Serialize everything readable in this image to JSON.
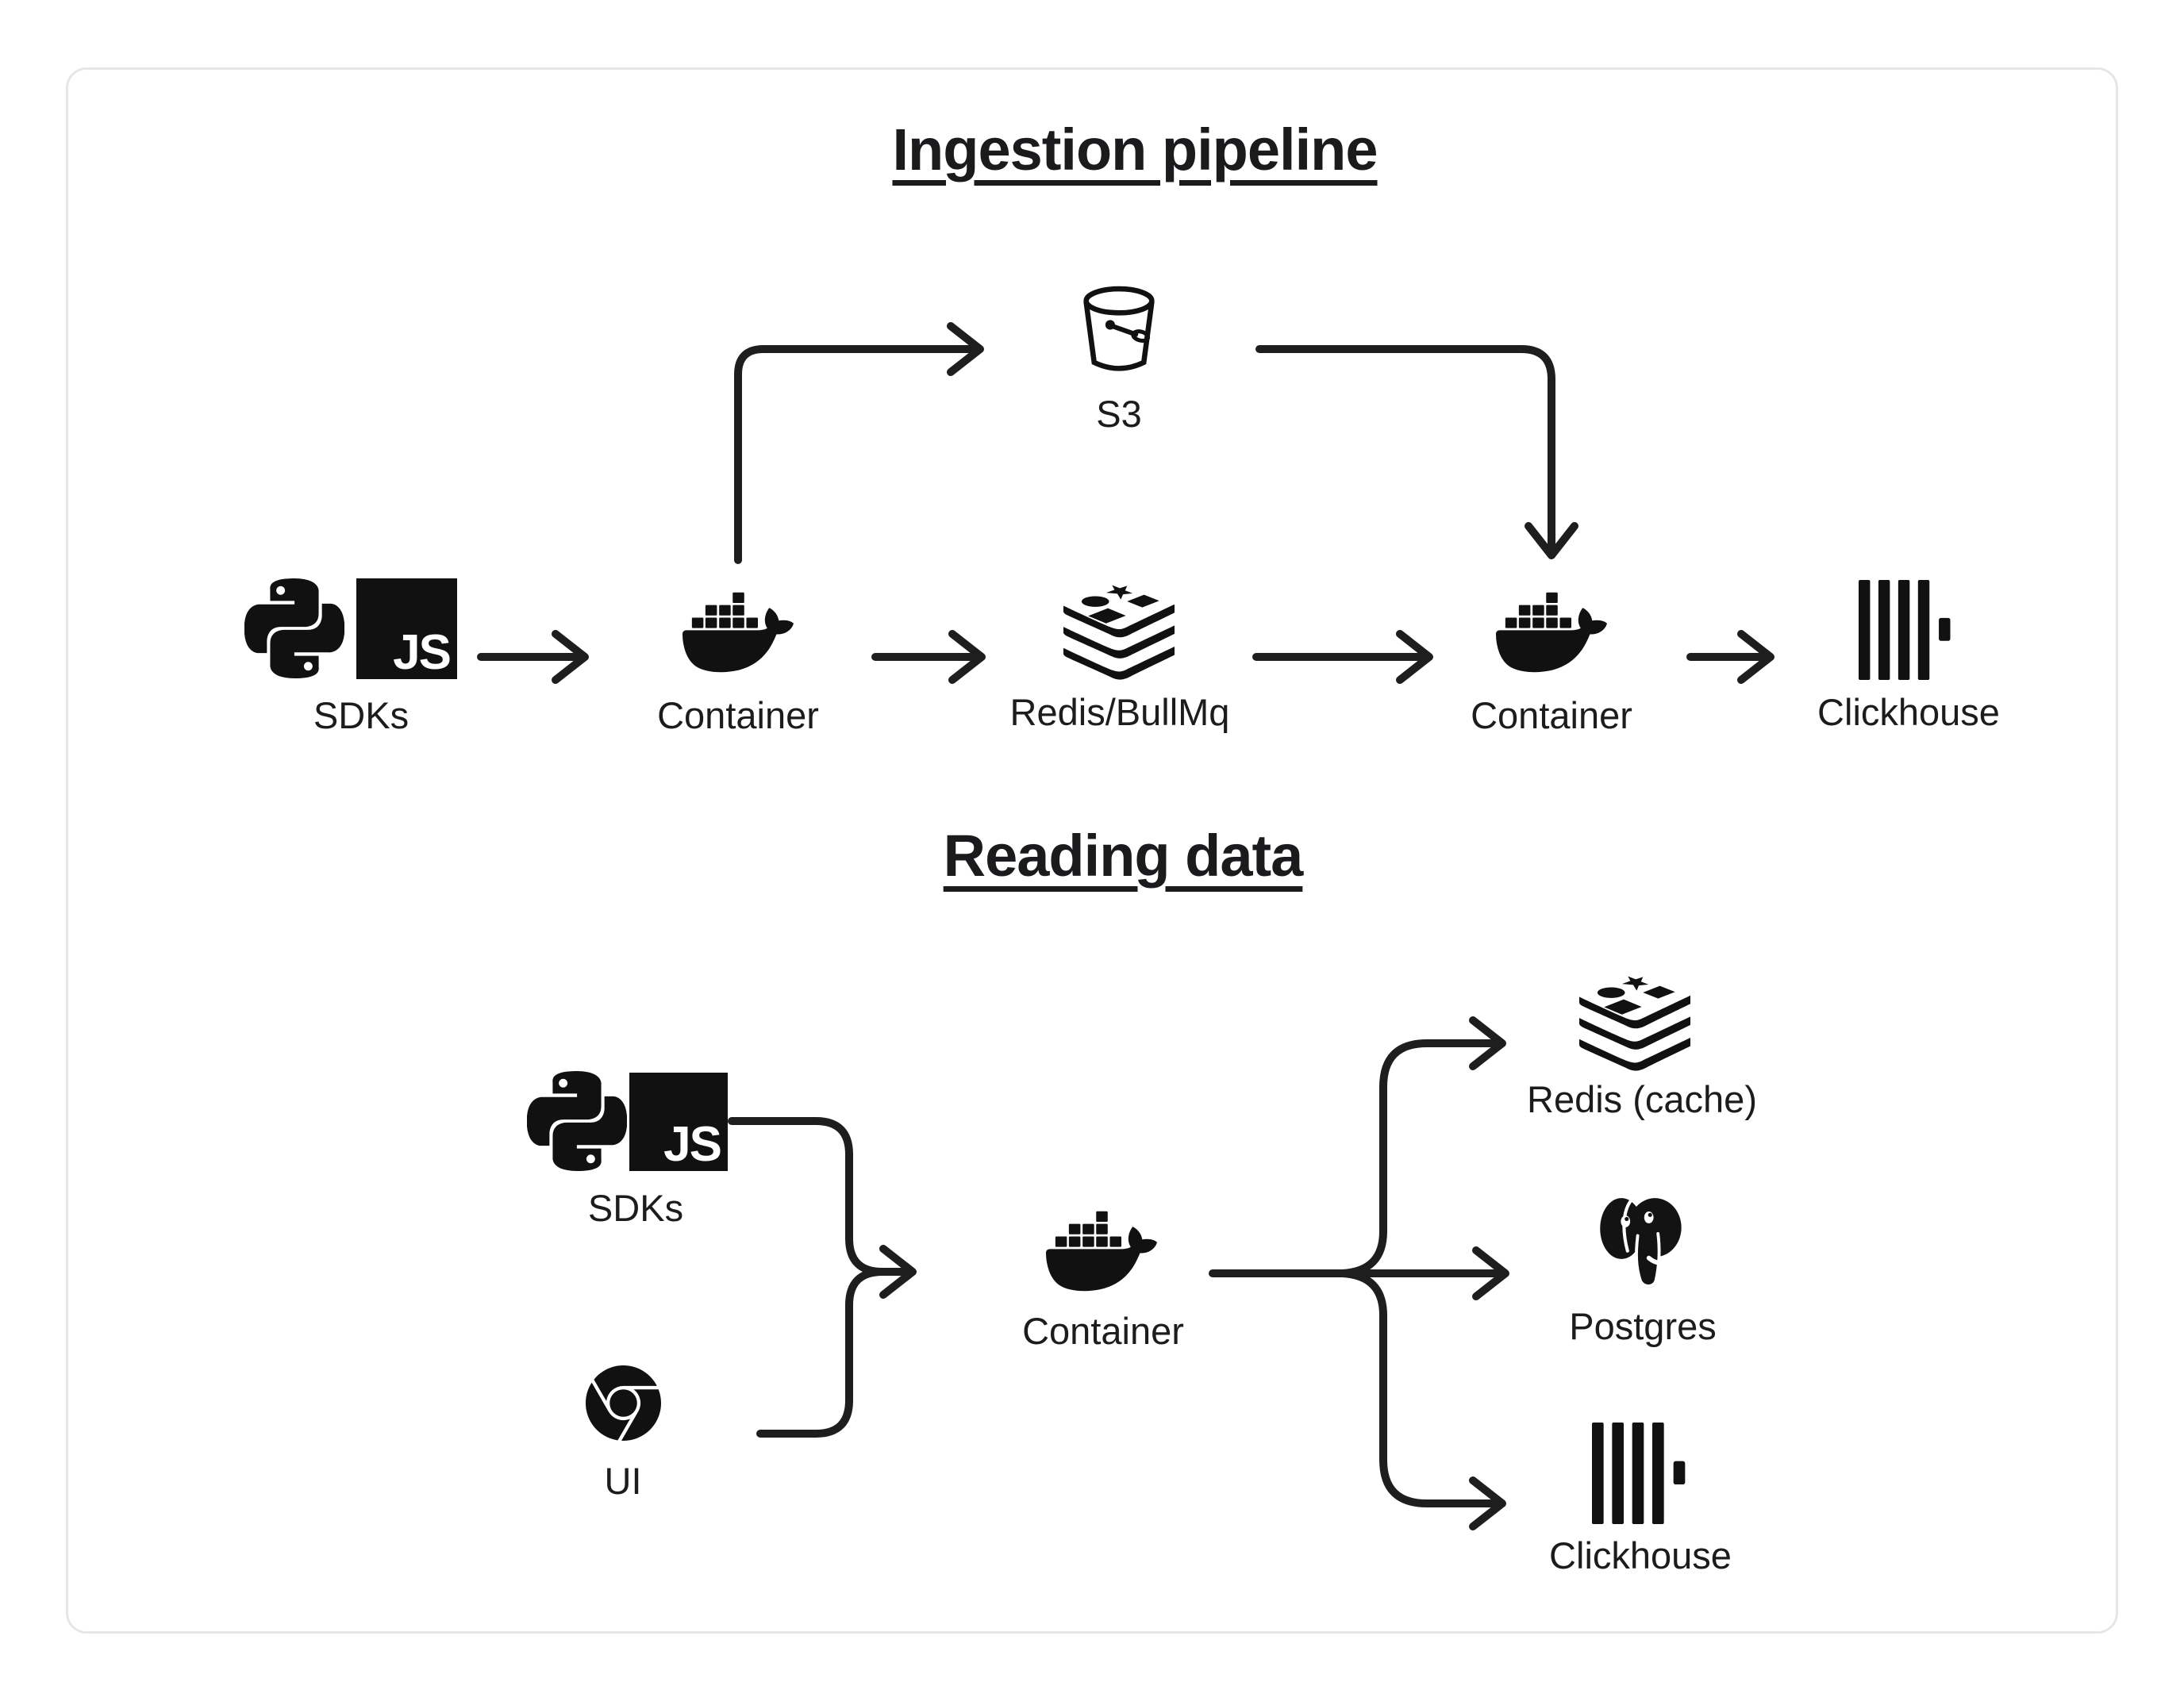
{
  "diagram": {
    "type": "architecture-flow",
    "ingestion": {
      "title": "Ingestion pipeline",
      "nodes": {
        "sdks": {
          "label": "SDKs",
          "icons": [
            "python-icon",
            "javascript-icon"
          ]
        },
        "s3": {
          "label": "S3",
          "icon": "s3-bucket-icon"
        },
        "container_in": {
          "label": "Container",
          "icon": "docker-icon"
        },
        "queue": {
          "label": "Redis/BullMq",
          "icon": "redis-icon"
        },
        "container_worker": {
          "label": "Container",
          "icon": "docker-icon"
        },
        "clickhouse": {
          "label": "Clickhouse",
          "icon": "clickhouse-icon"
        }
      },
      "edges": [
        "SDKs -> Container",
        "Container -> S3",
        "Container -> Redis/BullMq",
        "Redis/BullMq -> Container",
        "S3 -> Container",
        "Container -> Clickhouse"
      ]
    },
    "reading": {
      "title": "Reading data",
      "nodes": {
        "sdks": {
          "label": "SDKs",
          "icons": [
            "python-icon",
            "javascript-icon"
          ]
        },
        "ui": {
          "label": "UI",
          "icon": "chrome-icon"
        },
        "container": {
          "label": "Container",
          "icon": "docker-icon"
        },
        "redis_cache": {
          "label": "Redis (cache)",
          "icon": "redis-icon"
        },
        "postgres": {
          "label": "Postgres",
          "icon": "postgres-icon"
        },
        "clickhouse": {
          "label": "Clickhouse",
          "icon": "clickhouse-icon"
        }
      },
      "edges": [
        "SDKs -> Container",
        "UI -> Container",
        "Container -> Redis (cache)",
        "Container -> Postgres",
        "Container -> Clickhouse"
      ]
    }
  },
  "js_badge": "JS",
  "colors": {
    "ink": "#111111",
    "stroke": "#1e1e1e",
    "card_border": "#e6e6e8",
    "background": "#ffffff"
  }
}
